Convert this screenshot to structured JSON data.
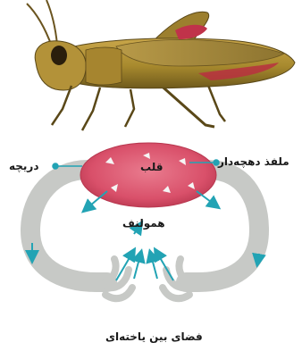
{
  "labels": {
    "valve": "دریچه",
    "ostia_heart": "ملفذ دهچه‌دار",
    "heart": "قلب",
    "hemolymph": "همولنف",
    "intercellular_space": "فضای بین یاخته‌ای"
  },
  "icons": {
    "insect": "grasshopper-illustration",
    "flow": "arrow-icon"
  },
  "colors": {
    "heart": "#d9506a",
    "vessel": "#c7c9c6",
    "arrow": "#22a3b4",
    "label_text": "#1a1a1a"
  }
}
